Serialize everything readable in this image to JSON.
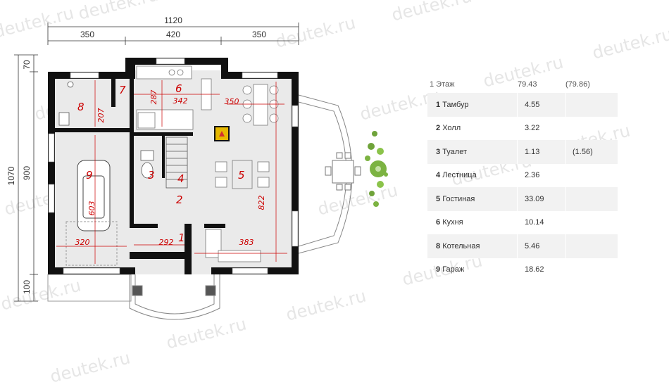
{
  "watermark": "deutek.ru",
  "dimensions": {
    "overall_width": "1120",
    "segments": [
      "350",
      "420",
      "350"
    ],
    "overall_height": "1070",
    "height_segments": [
      "70",
      "900",
      "100"
    ]
  },
  "rooms": [
    {
      "num": "1",
      "dim": "292"
    },
    {
      "num": "2",
      "dim": ""
    },
    {
      "num": "3",
      "dim": ""
    },
    {
      "num": "4",
      "dim": ""
    },
    {
      "num": "5",
      "dim": "822"
    },
    {
      "num": "6",
      "dim": "342"
    },
    {
      "num": "7",
      "dim": "287"
    },
    {
      "num": "8",
      "dim": "207"
    },
    {
      "num": "9",
      "dim": "603"
    }
  ],
  "extra_dims": {
    "kitchen_right": "350",
    "garage_bottom": "320",
    "entry_right": "383"
  },
  "floor_table": {
    "header": {
      "label": "1 Этаж",
      "area": "79.43",
      "extra": "(79.86)"
    },
    "rows": [
      {
        "num": "1",
        "name": "Тамбур",
        "area": "4.55",
        "extra": ""
      },
      {
        "num": "2",
        "name": "Холл",
        "area": "3.22",
        "extra": ""
      },
      {
        "num": "3",
        "name": "Туалет",
        "area": "1.13",
        "extra": "(1.56)"
      },
      {
        "num": "4",
        "name": "Лестница",
        "area": "2.36",
        "extra": ""
      },
      {
        "num": "5",
        "name": "Гостиная",
        "area": "33.09",
        "extra": ""
      },
      {
        "num": "6",
        "name": "Кухня",
        "area": "10.14",
        "extra": ""
      },
      {
        "num": "8",
        "name": "Котельная",
        "area": "5.46",
        "extra": ""
      },
      {
        "num": "9",
        "name": "Гараж",
        "area": "18.62",
        "extra": ""
      }
    ]
  }
}
